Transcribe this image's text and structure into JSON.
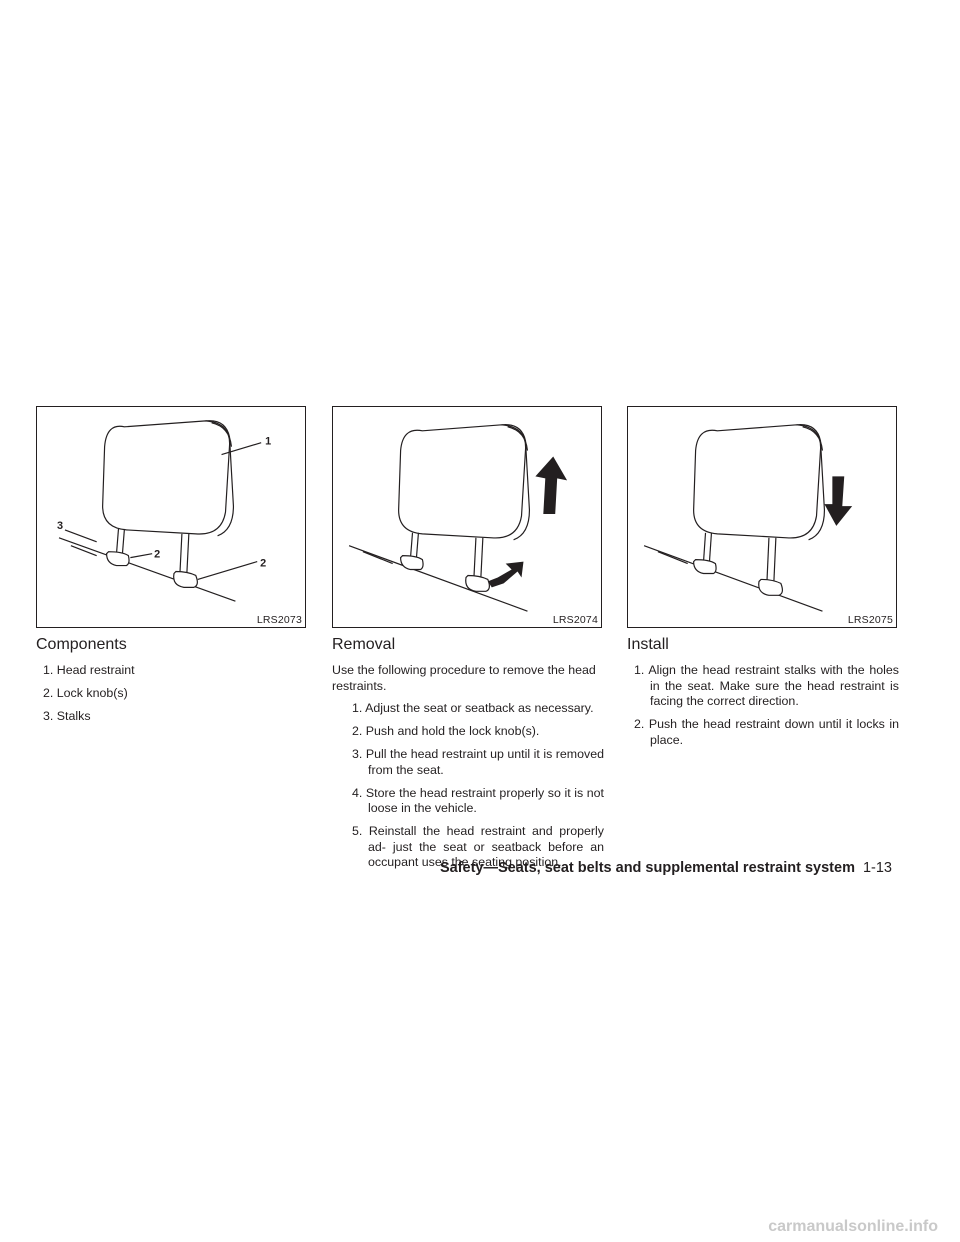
{
  "figures": [
    {
      "code": "LRS2073",
      "callouts": [
        "1",
        "2",
        "2",
        "3"
      ]
    },
    {
      "code": "LRS2074"
    },
    {
      "code": "LRS2075"
    }
  ],
  "components": {
    "title": "Components",
    "items": [
      "1. Head restraint",
      "2. Lock knob(s)",
      "3. Stalks"
    ]
  },
  "removal": {
    "title": "Removal",
    "intro": "Use the following procedure to remove the head restraints.",
    "steps": [
      "1. Adjust the seat or seatback as necessary.",
      "2. Push and hold the lock knob(s).",
      "3. Pull the head restraint up until it is removed from the seat.",
      "4. Store the head restraint properly so it is not loose in the vehicle.",
      "5. Reinstall the head restraint and properly ad- just the seat or seatback before an occupant uses the seating position."
    ]
  },
  "install": {
    "title": "Install",
    "steps": [
      "1. Align the head restraint stalks with the holes in the seat. Make sure the head restraint is facing the correct direction.",
      "2. Push the head restraint down until it locks in place."
    ]
  },
  "footer": {
    "section": "Safety—Seats, seat belts and supplemental restraint system",
    "page": "1-13"
  },
  "watermark": "carmanualsonline.info"
}
